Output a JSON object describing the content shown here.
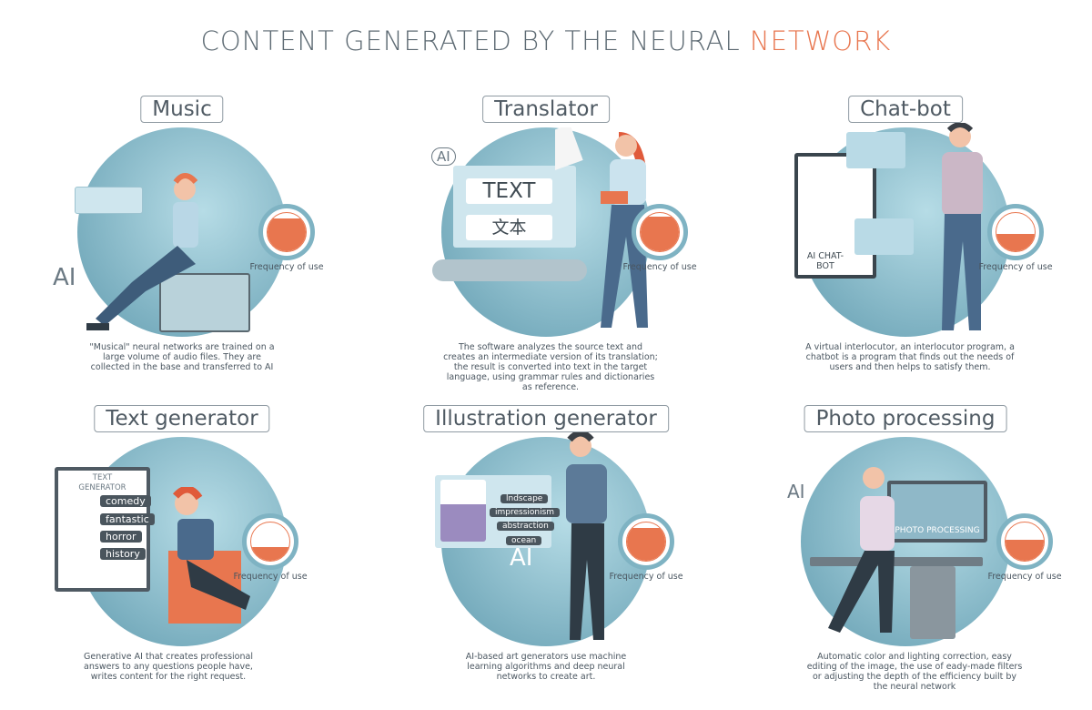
{
  "title": {
    "main": "CONTENT GENERATED BY THE NEURAL ",
    "highlight": "NETWORK"
  },
  "colors": {
    "accent": "#e8764f",
    "circle": "#8dc0cf",
    "text": "#4a5660"
  },
  "frequency_label": "Frequency of use",
  "panels": [
    {
      "label": "Music",
      "frequency_fill_percent": 85,
      "description": "\"Musical\" neural networks are trained on a large volume of audio files. They are collected in the base and transferred to AI",
      "art": {
        "ai": "AI"
      }
    },
    {
      "label": "Translator",
      "frequency_fill_percent": 90,
      "description": "The software analyzes the source text and creates an intermediate version of its translation; the result is converted into text in the target language, using grammar rules and dictionaries as reference.",
      "art": {
        "ai": "AI",
        "source": "TEXT",
        "target": "文本"
      }
    },
    {
      "label": "Chat-bot",
      "frequency_fill_percent": 45,
      "description": "A virtual interlocutor, an interlocutor program, a chatbot is a program that finds out the needs of users and then helps to satisfy them.",
      "art": {
        "device_label": "AI CHAT-BOT"
      }
    },
    {
      "label": "Text generator",
      "frequency_fill_percent": 35,
      "description": "Generative AI that creates professional answers to any questions people have, writes content for the right request.",
      "art": {
        "panel_title": "TEXT GENERATOR",
        "tags": [
          "comedy",
          "fantastic",
          "horror",
          "history"
        ]
      }
    },
    {
      "label": "Illustration generator",
      "frequency_fill_percent": 85,
      "description": "AI-based art generators use machine learning algorithms and deep neural networks to create art.",
      "art": {
        "ai": "AI",
        "tags": [
          "lndscape",
          "impressionism",
          "abstraction",
          "ocean"
        ]
      }
    },
    {
      "label": "Photo processing",
      "frequency_fill_percent": 55,
      "description": "Automatic color and lighting correction, easy editing of the image, the use of eady-made filters or adjusting the depth of the efficiency built by the neural network",
      "art": {
        "ai": "AI",
        "monitor_label": "PHOTO PROCESSING"
      }
    }
  ]
}
